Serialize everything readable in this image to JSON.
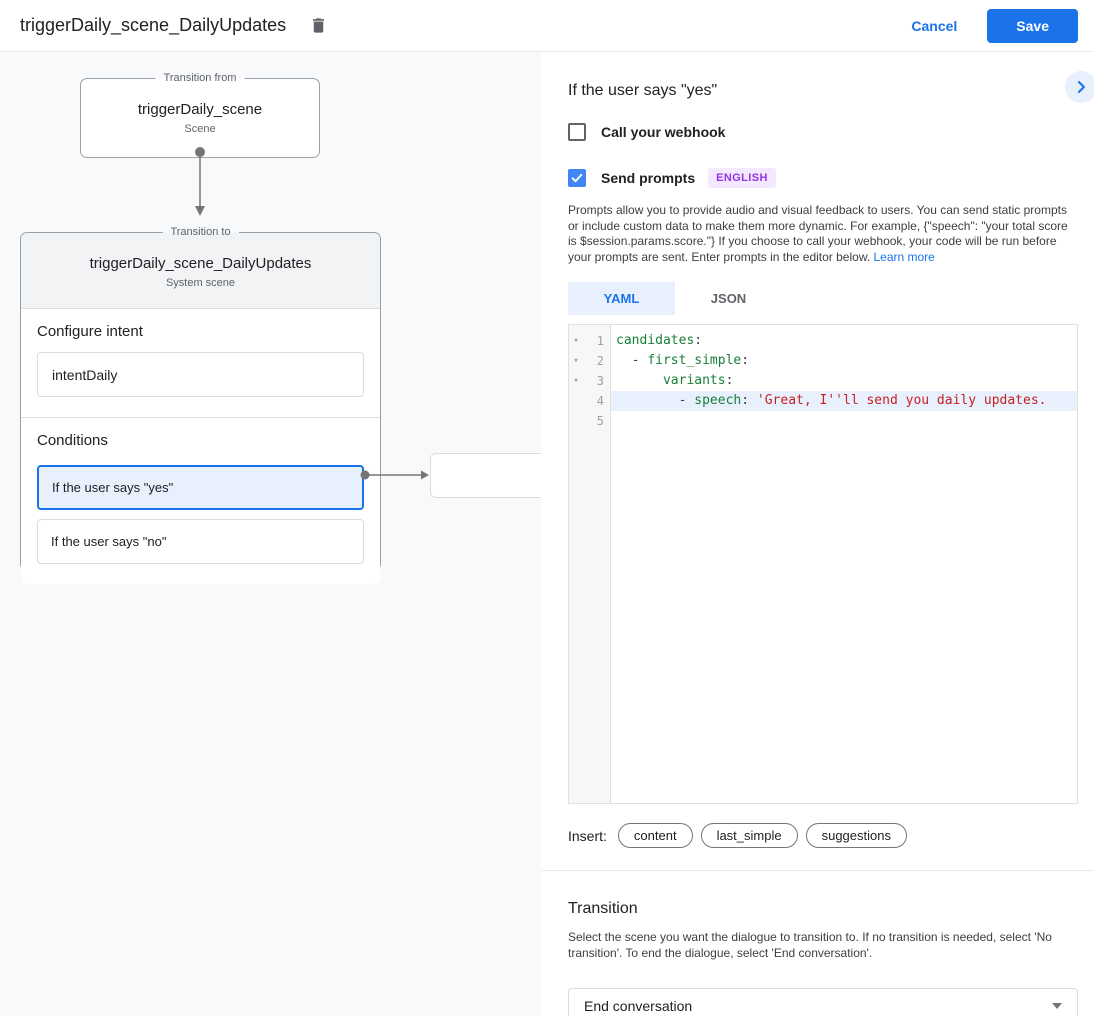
{
  "topbar": {
    "title": "triggerDaily_scene_DailyUpdates",
    "cancel_label": "Cancel",
    "save_label": "Save"
  },
  "diagram": {
    "from": {
      "legend": "Transition from",
      "title": "triggerDaily_scene",
      "subtitle": "Scene"
    },
    "to": {
      "legend": "Transition to",
      "title": "triggerDaily_scene_DailyUpdates",
      "subtitle": "System scene",
      "intent_label": "Configure intent",
      "intent_value": "intentDaily",
      "conditions_label": "Conditions",
      "conditions": [
        "If the user says \"yes\"",
        "If the user says \"no\""
      ]
    }
  },
  "panel": {
    "title": "If the user says \"yes\"",
    "webhook_label": "Call your webhook",
    "webhook_checked": false,
    "prompts_label": "Send prompts",
    "prompts_checked": true,
    "language_badge": "ENGLISH",
    "description": "Prompts allow you to provide audio and visual feedback to users. You can send static prompts or include custom data to make them more dynamic. For example, {\"speech\": \"your total score is $session.params.score.\"} If you choose to call your webhook, your code will be run before your prompts are sent. Enter prompts in the editor below. ",
    "learn_more_label": "Learn more",
    "tabs": [
      {
        "label": "YAML",
        "active": true
      },
      {
        "label": "JSON",
        "active": false
      }
    ],
    "editor": {
      "lines": [
        {
          "n": 1,
          "fold": true,
          "hl": false,
          "segs": [
            {
              "c": "key",
              "t": "candidates"
            },
            {
              "c": "plain",
              "t": ":"
            }
          ]
        },
        {
          "n": 2,
          "fold": true,
          "hl": false,
          "segs": [
            {
              "c": "plain",
              "t": "  - "
            },
            {
              "c": "key",
              "t": "first_simple"
            },
            {
              "c": "plain",
              "t": ":"
            }
          ]
        },
        {
          "n": 3,
          "fold": true,
          "hl": false,
          "segs": [
            {
              "c": "plain",
              "t": "      "
            },
            {
              "c": "key",
              "t": "variants"
            },
            {
              "c": "plain",
              "t": ":"
            }
          ]
        },
        {
          "n": 4,
          "fold": false,
          "hl": true,
          "segs": [
            {
              "c": "plain",
              "t": "        - "
            },
            {
              "c": "key",
              "t": "speech"
            },
            {
              "c": "plain",
              "t": ": "
            },
            {
              "c": "str",
              "t": "'Great, I''ll send you daily updates."
            }
          ]
        },
        {
          "n": 5,
          "fold": false,
          "hl": false,
          "segs": []
        }
      ]
    },
    "insert_label": "Insert:",
    "insert_chips": [
      "content",
      "last_simple",
      "suggestions"
    ],
    "transition": {
      "title": "Transition",
      "description": "Select the scene you want the dialogue to transition to. If no transition is needed, select 'No transition'. To end the dialogue, select 'End conversation'.",
      "selected_value": "End conversation"
    }
  },
  "colors": {
    "accent_blue": "#1a73e8",
    "checkbox_blue": "#4285f4",
    "selection_blue": "#e8f0fe",
    "badge_bg": "#f3e8fd",
    "badge_text": "#9334e6",
    "code_key_green": "#188038",
    "code_string_red": "#c5221f"
  }
}
